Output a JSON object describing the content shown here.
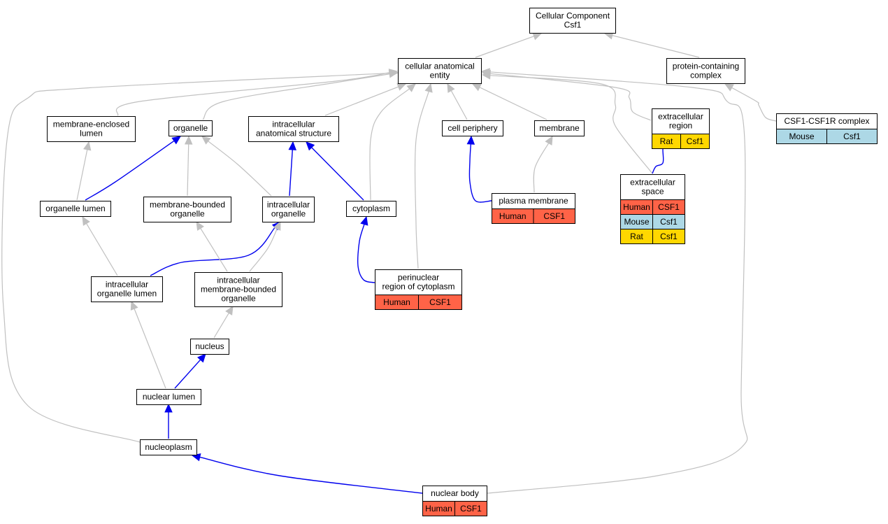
{
  "nodes": {
    "cc_root": {
      "lines": [
        "Cellular Component",
        "Csf1"
      ]
    },
    "cae": {
      "lines": [
        "cellular anatomical",
        "entity"
      ]
    },
    "pcc": {
      "lines": [
        "protein-containing",
        "complex"
      ]
    },
    "csf1r": {
      "lines": [
        "CSF1-CSF1R complex"
      ],
      "rows": [
        [
          {
            "text": "Mouse",
            "species": "mouse"
          },
          {
            "text": "Csf1",
            "species": "mouse"
          }
        ]
      ]
    },
    "mel": {
      "lines": [
        "membrane-enclosed",
        "lumen"
      ]
    },
    "organelle": {
      "lines": [
        "organelle"
      ]
    },
    "ias": {
      "lines": [
        "intracellular",
        "anatomical structure"
      ]
    },
    "cellper": {
      "lines": [
        "cell periphery"
      ]
    },
    "membrane": {
      "lines": [
        "membrane"
      ]
    },
    "extreg": {
      "lines": [
        "extracellular",
        "region"
      ],
      "rows": [
        [
          {
            "text": "Rat",
            "species": "rat"
          },
          {
            "text": "Csf1",
            "species": "rat"
          }
        ]
      ]
    },
    "extspace": {
      "lines": [
        "extracellular",
        "space"
      ],
      "rows": [
        [
          {
            "text": "Human",
            "species": "human"
          },
          {
            "text": "CSF1",
            "species": "human"
          }
        ],
        [
          {
            "text": "Mouse",
            "species": "mouse"
          },
          {
            "text": "Csf1",
            "species": "mouse"
          }
        ],
        [
          {
            "text": "Rat",
            "species": "rat"
          },
          {
            "text": "Csf1",
            "species": "rat"
          }
        ]
      ]
    },
    "orglumen": {
      "lines": [
        "organelle lumen"
      ]
    },
    "mbo": {
      "lines": [
        "membrane-bounded",
        "organelle"
      ]
    },
    "intorg": {
      "lines": [
        "intracellular",
        "organelle"
      ]
    },
    "cytoplasm": {
      "lines": [
        "cytoplasm"
      ]
    },
    "plasmamem": {
      "lines": [
        "plasma membrane"
      ],
      "rows": [
        [
          {
            "text": "Human",
            "species": "human"
          },
          {
            "text": "CSF1",
            "species": "human"
          }
        ]
      ]
    },
    "iol": {
      "lines": [
        "intracellular",
        "organelle lumen"
      ]
    },
    "imbo": {
      "lines": [
        "intracellular",
        "membrane-bounded",
        "organelle"
      ]
    },
    "perinuc": {
      "lines": [
        "perinuclear",
        "region of cytoplasm"
      ],
      "rows": [
        [
          {
            "text": "Human",
            "species": "human"
          },
          {
            "text": "CSF1",
            "species": "human"
          }
        ]
      ]
    },
    "nucleus": {
      "lines": [
        "nucleus"
      ]
    },
    "nuclumen": {
      "lines": [
        "nuclear lumen"
      ]
    },
    "nucleoplasm": {
      "lines": [
        "nucleoplasm"
      ]
    },
    "nucbody": {
      "lines": [
        "nuclear body"
      ],
      "rows": [
        [
          {
            "text": "Human",
            "species": "human"
          },
          {
            "text": "CSF1",
            "species": "human"
          }
        ]
      ]
    }
  },
  "edges": [
    {
      "from": "cae",
      "to": "cc_root",
      "kind": "is_a"
    },
    {
      "from": "pcc",
      "to": "cc_root",
      "kind": "is_a"
    },
    {
      "from": "csf1r",
      "to": "pcc",
      "kind": "is_a"
    },
    {
      "from": "mel",
      "to": "cae",
      "kind": "is_a"
    },
    {
      "from": "organelle",
      "to": "cae",
      "kind": "is_a"
    },
    {
      "from": "ias",
      "to": "cae",
      "kind": "is_a"
    },
    {
      "from": "cellper",
      "to": "cae",
      "kind": "is_a"
    },
    {
      "from": "membrane",
      "to": "cae",
      "kind": "is_a"
    },
    {
      "from": "extreg",
      "to": "cae",
      "kind": "is_a"
    },
    {
      "from": "extspace",
      "to": "cae",
      "kind": "is_a"
    },
    {
      "from": "cytoplasm",
      "to": "cae",
      "kind": "is_a"
    },
    {
      "from": "perinuc",
      "to": "cae",
      "kind": "is_a"
    },
    {
      "from": "nucleoplasm",
      "to": "cae",
      "kind": "is_a"
    },
    {
      "from": "nucbody",
      "to": "cae",
      "kind": "is_a"
    },
    {
      "from": "orglumen",
      "to": "mel",
      "kind": "is_a"
    },
    {
      "from": "orglumen",
      "to": "organelle",
      "kind": "part_of"
    },
    {
      "from": "mbo",
      "to": "organelle",
      "kind": "is_a"
    },
    {
      "from": "intorg",
      "to": "organelle",
      "kind": "is_a"
    },
    {
      "from": "intorg",
      "to": "ias",
      "kind": "part_of"
    },
    {
      "from": "cytoplasm",
      "to": "ias",
      "kind": "part_of"
    },
    {
      "from": "plasmamem",
      "to": "cellper",
      "kind": "part_of"
    },
    {
      "from": "plasmamem",
      "to": "membrane",
      "kind": "is_a"
    },
    {
      "from": "extspace",
      "to": "extreg",
      "kind": "part_of"
    },
    {
      "from": "iol",
      "to": "orglumen",
      "kind": "is_a"
    },
    {
      "from": "iol",
      "to": "intorg",
      "kind": "part_of"
    },
    {
      "from": "imbo",
      "to": "mbo",
      "kind": "is_a"
    },
    {
      "from": "imbo",
      "to": "intorg",
      "kind": "is_a"
    },
    {
      "from": "perinuc",
      "to": "cytoplasm",
      "kind": "part_of"
    },
    {
      "from": "nucleus",
      "to": "imbo",
      "kind": "is_a"
    },
    {
      "from": "nuclumen",
      "to": "iol",
      "kind": "is_a"
    },
    {
      "from": "nuclumen",
      "to": "nucleus",
      "kind": "part_of"
    },
    {
      "from": "nucleoplasm",
      "to": "nuclumen",
      "kind": "part_of"
    },
    {
      "from": "nucbody",
      "to": "nucleoplasm",
      "kind": "part_of"
    }
  ],
  "colors": {
    "is_a": "#c0c0c0",
    "part_of": "#0000ee",
    "human": "#ff6347",
    "mouse": "#add8e6",
    "rat": "#ffd700"
  }
}
